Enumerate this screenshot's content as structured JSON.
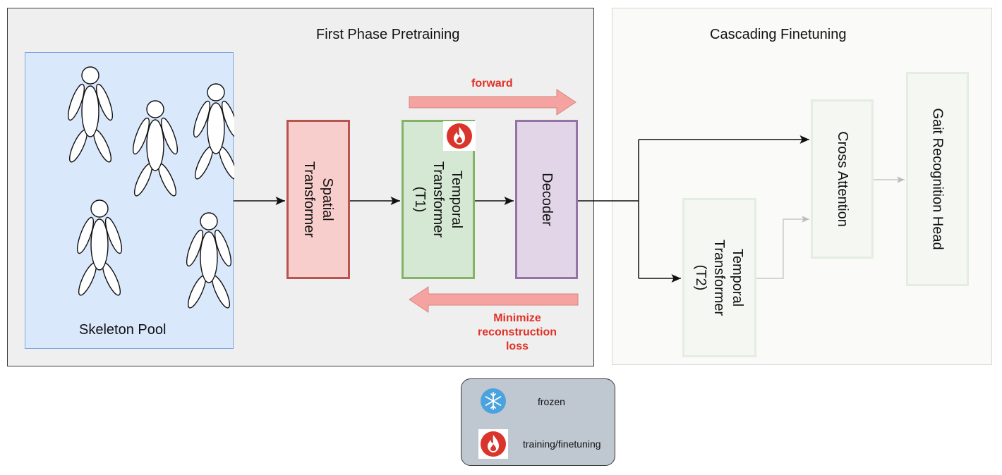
{
  "panels": {
    "pretraining": {
      "title": "First Phase Pretraining"
    },
    "finetuning": {
      "title": "Cascading Finetuning"
    }
  },
  "skeleton_pool": {
    "label": "Skeleton Pool",
    "figure_count": 5
  },
  "blocks": {
    "spatial": {
      "label": "Spatial Transformer",
      "fill": "#f8cecc",
      "stroke": "#b85450"
    },
    "temporal1": {
      "label": "Temporal Transformer (T1)",
      "fill": "#d5e8d4",
      "stroke": "#82b366",
      "badge": "fire-icon"
    },
    "decoder": {
      "label": "Decoder",
      "fill": "#e1d5e7",
      "stroke": "#9673a6"
    },
    "temporal2": {
      "label": "Temporal Transformer (T2)"
    },
    "cross_attention": {
      "label": "Cross Attention"
    },
    "gait_head": {
      "label": "Gait Recognition Head"
    }
  },
  "annotations": {
    "forward": "forward",
    "minimize_line1": "Minimize",
    "minimize_line2": "reconstruction",
    "minimize_line3": "loss",
    "arrow_color": "#f4a3a0",
    "label_color": "#e03126"
  },
  "legend": {
    "frozen": {
      "label": "frozen",
      "icon": "snowflake-icon",
      "color": "#4aa3df"
    },
    "training": {
      "label": "training/finetuning",
      "icon": "fire-icon",
      "color": "#d9352c"
    }
  }
}
